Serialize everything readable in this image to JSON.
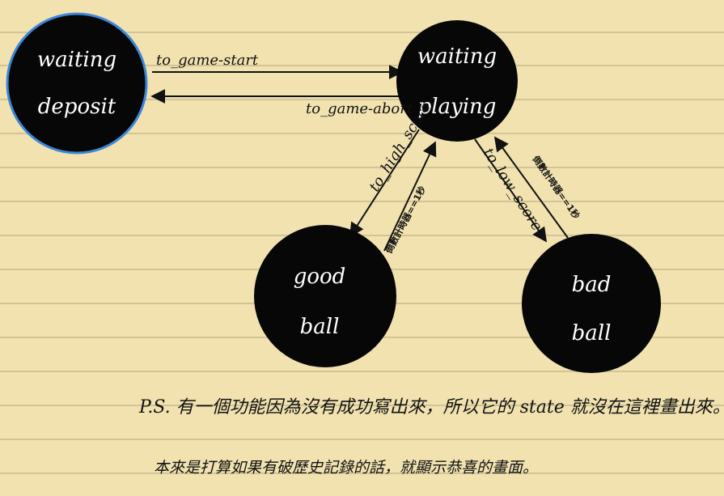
{
  "nodes": {
    "waiting_deposit": {
      "line1": "waiting",
      "line2": "deposit"
    },
    "waiting_playing": {
      "line1": "waiting",
      "line2": "playing"
    },
    "good_ball": {
      "line1": "good",
      "line2": "ball"
    },
    "bad_ball": {
      "line1": "bad",
      "line2": "ball"
    }
  },
  "edges": {
    "to_game_start": "to_game-start",
    "to_game_abort": "to_game-abort",
    "to_high_score": "to_high_score",
    "to_low_score": "to_low_score",
    "timer_back_good": "倒數計時器==1秒",
    "timer_back_bad": "倒數計時器==1秒"
  },
  "notes": {
    "line1": "P.S. 有一個功能因為沒有成功寫出來，所以它的 state 就沒在這裡畫出來。",
    "line2": "本來是打算如果有破歷史記錄的話，就顯示恭喜的畫面。"
  },
  "colors": {
    "paper": "#f1e2b0",
    "rule_lines": "#c9b98f",
    "node_fill": "#070707",
    "highlight_ring": "#3d86d9",
    "ink": "#111111"
  }
}
